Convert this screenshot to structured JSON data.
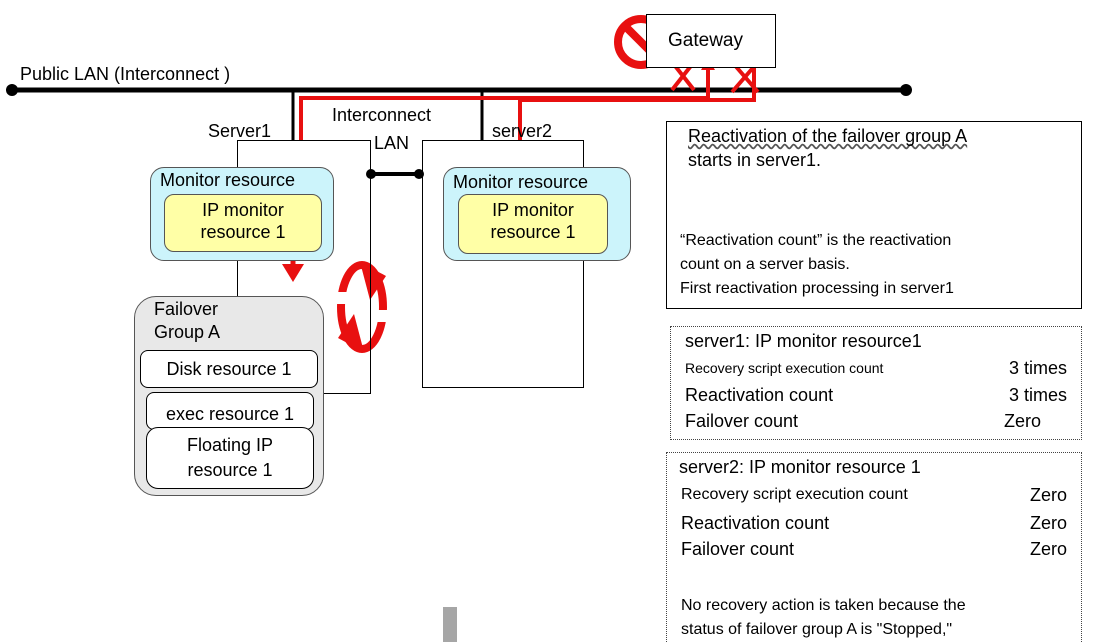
{
  "network": {
    "public_lan_label": "Public LAN (Interconnect )",
    "interconnect_label_line1": "Interconnect",
    "interconnect_label_line2": "LAN",
    "gateway_label": "Gateway"
  },
  "server1": {
    "label": "Server1",
    "monitor_resource_label": "Monitor resource",
    "ip_monitor_line1": "IP monitor",
    "ip_monitor_line2": "resource 1"
  },
  "server2": {
    "label": "server2",
    "monitor_resource_label": "Monitor resource",
    "ip_monitor_line1": "IP monitor",
    "ip_monitor_line2": "resource 1"
  },
  "failover_group": {
    "label_line1": "Failover",
    "label_line2": "Group A",
    "disk_resource": "Disk resource 1",
    "exec_resource": "exec resource 1",
    "floating_ip_line1": "Floating IP",
    "floating_ip_line2": "resource 1"
  },
  "note": {
    "line1": "Reactivation of the failover group A",
    "line2": "starts in server1.",
    "line3": "“Reactivation count” is the reactivation",
    "line4": "count on a server basis.",
    "line5": "First reactivation processing in server1"
  },
  "server1_counts": {
    "title": "server1: IP monitor resource1",
    "rows": [
      {
        "label": "Recovery script execution count",
        "value": "3 times"
      },
      {
        "label": "Reactivation count",
        "value": "3 times"
      },
      {
        "label": "Failover count",
        "value": "Zero"
      }
    ]
  },
  "server2_counts": {
    "title": "server2: IP monitor resource 1",
    "rows": [
      {
        "label": "Recovery script execution count",
        "value": "Zero"
      },
      {
        "label": "Reactivation count",
        "value": "Zero"
      },
      {
        "label": "Failover count",
        "value": "Zero"
      }
    ],
    "note_line1": "No recovery action is taken because the",
    "note_line2": "status of failover group A is \"Stopped,\""
  },
  "colors": {
    "alert_red": "#e81010",
    "monitor_fill": "#ccf4fb",
    "ip_monitor_fill": "#ffffa6",
    "failover_group_fill": "#e8e8e8"
  },
  "icons": [
    "prohibited-icon",
    "cross-icon",
    "reactivation-cycle-icon",
    "down-arrow-icon"
  ]
}
